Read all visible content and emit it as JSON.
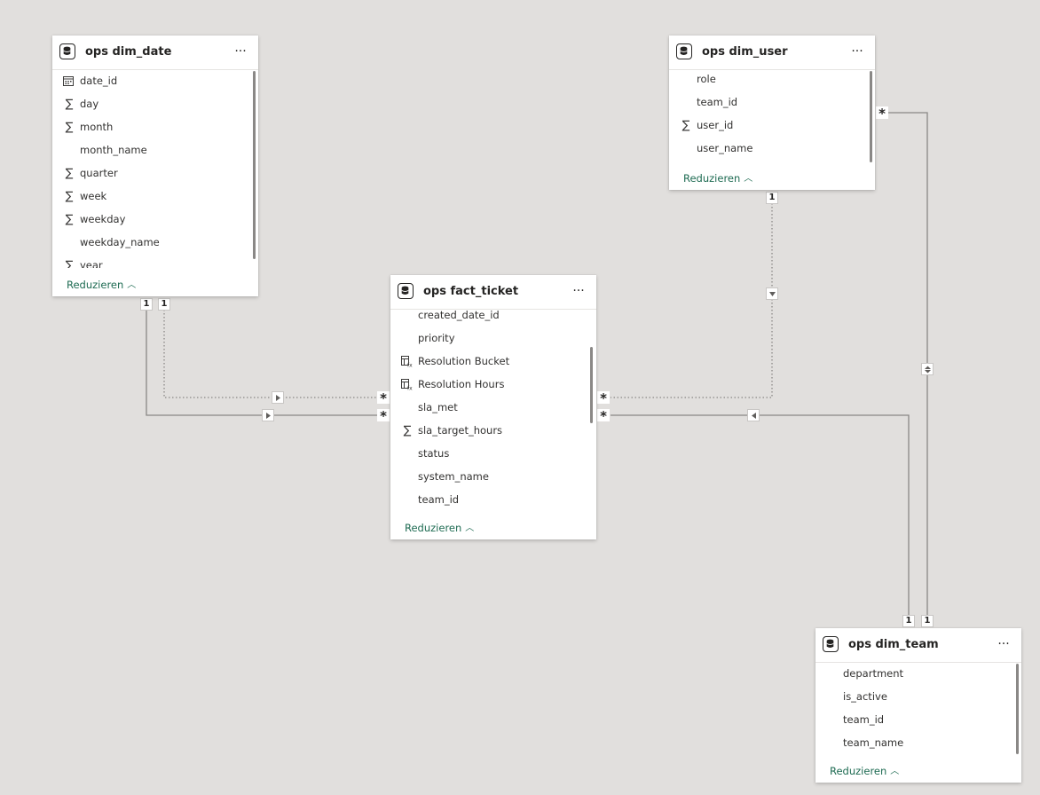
{
  "tables": {
    "dim_date": {
      "title": "ops dim_date",
      "more": "···",
      "fields": [
        {
          "name": "date_id",
          "icon": "calendar-icon"
        },
        {
          "name": "day",
          "icon": "sigma-icon"
        },
        {
          "name": "month",
          "icon": "sigma-icon"
        },
        {
          "name": "month_name",
          "icon": ""
        },
        {
          "name": "quarter",
          "icon": "sigma-icon"
        },
        {
          "name": "week",
          "icon": "sigma-icon"
        },
        {
          "name": "weekday",
          "icon": "sigma-icon"
        },
        {
          "name": "weekday_name",
          "icon": ""
        },
        {
          "name": "year",
          "icon": "sigma-icon"
        }
      ],
      "collapse": "Reduzieren"
    },
    "dim_user": {
      "title": "ops dim_user",
      "more": "···",
      "fields": [
        {
          "name": "role",
          "icon": ""
        },
        {
          "name": "team_id",
          "icon": ""
        },
        {
          "name": "user_id",
          "icon": "sigma-icon"
        },
        {
          "name": "user_name",
          "icon": ""
        }
      ],
      "collapse": "Reduzieren"
    },
    "fact_ticket": {
      "title": "ops fact_ticket",
      "more": "···",
      "fields": [
        {
          "name": "created_date_id",
          "icon": ""
        },
        {
          "name": "priority",
          "icon": ""
        },
        {
          "name": "Resolution Bucket",
          "icon": "calculated-column-icon"
        },
        {
          "name": "Resolution Hours",
          "icon": "calculated-column-icon"
        },
        {
          "name": "sla_met",
          "icon": ""
        },
        {
          "name": "sla_target_hours",
          "icon": "sigma-icon"
        },
        {
          "name": "status",
          "icon": ""
        },
        {
          "name": "system_name",
          "icon": ""
        },
        {
          "name": "team_id",
          "icon": ""
        }
      ],
      "collapse": "Reduzieren"
    },
    "dim_team": {
      "title": "ops dim_team",
      "more": "···",
      "fields": [
        {
          "name": "department",
          "icon": ""
        },
        {
          "name": "is_active",
          "icon": ""
        },
        {
          "name": "team_id",
          "icon": ""
        },
        {
          "name": "team_name",
          "icon": ""
        }
      ],
      "collapse": "Reduzieren"
    }
  },
  "relationships": [
    {
      "from": "ops dim_date",
      "to": "ops fact_ticket",
      "from_card": "1",
      "to_card": "*",
      "active": true,
      "filter": "single"
    },
    {
      "from": "ops dim_date",
      "to": "ops fact_ticket",
      "from_card": "1",
      "to_card": "*",
      "active": false,
      "filter": "single"
    },
    {
      "from": "ops dim_user",
      "to": "ops fact_ticket",
      "from_card": "1",
      "to_card": "*",
      "active": false,
      "filter": "single"
    },
    {
      "from": "ops dim_team",
      "to": "ops fact_ticket",
      "from_card": "1",
      "to_card": "*",
      "active": true,
      "filter": "single"
    },
    {
      "from": "ops dim_team",
      "to": "ops dim_user",
      "from_card": "1",
      "to_card": "*",
      "active": true,
      "filter": "both"
    }
  ],
  "colors": {
    "canvas": "#e1dfdd",
    "line": "#8a8886",
    "link": "#1e6b52"
  }
}
